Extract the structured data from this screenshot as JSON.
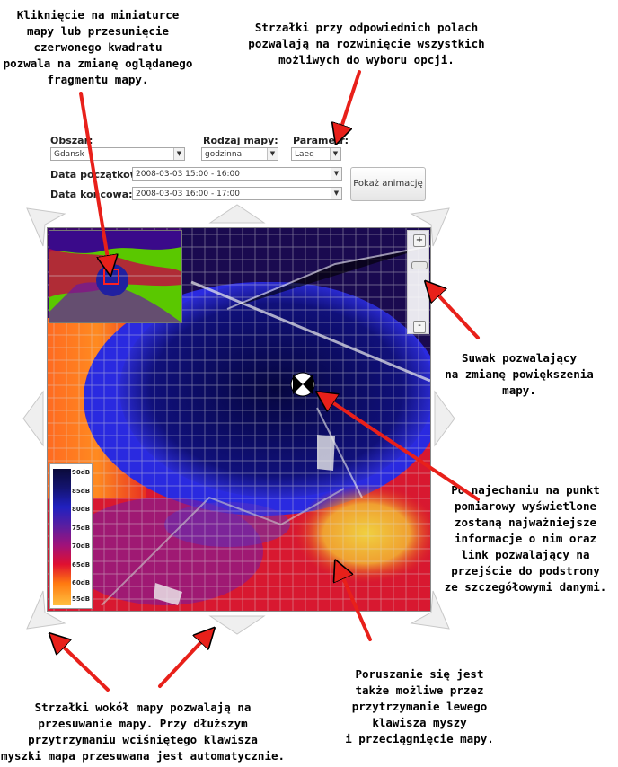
{
  "annotations": {
    "thumbnail": "Kliknięcie na miniaturce\nmapy lub przesunięcie\nczerwonego kwadratu\npozwala na zmianę oglądanego\nfragmentu mapy.",
    "dropdowns": "Strzałki przy odpowiednich polach\npozwalają na rozwinięcie wszystkich\nmożliwych do wyboru opcji.",
    "zoom": "Suwak pozwalający\nna zmianę powiększenia\nmapy.",
    "point": "Po najechaniu na punkt\npomiarowy wyświetlone\nzostaną najważniejsze\ninformacje o nim oraz\nlink pozwalający na\nprzejście do podstrony\nze szczegółowymi danymi.",
    "pan": "Strzałki wokół mapy pozwalają na\nprzesuwanie mapy. Przy dłuższym\nprzytrzymaniu wciśniętego klawisza\nmyszki mapa przesuwana jest automatycznie.",
    "drag": "Poruszanie się jest\ntakże możliwe przez\nprzytrzymanie lewego\nklawisza myszy\ni przeciągnięcie mapy."
  },
  "form": {
    "area_label": "Obszar:",
    "area_value": "Gdansk",
    "map_type_label": "Rodzaj mapy:",
    "map_type_value": "godzinna",
    "parameter_label": "Parametr:",
    "parameter_value": "Laeq",
    "start_label": "Data początkowa:",
    "start_value": "2008-03-03 15:00 - 16:00",
    "end_label": "Data końcowa:",
    "end_value": "2008-03-03 16:00 - 17:00",
    "animate_button": "Pokaż animację"
  },
  "zoom": {
    "plus": "+",
    "minus": "-"
  },
  "legend": {
    "labels": [
      "90dB",
      "85dB",
      "80dB",
      "75dB",
      "70dB",
      "65dB",
      "60dB",
      "55dB"
    ],
    "colors": [
      "#0a0a3a",
      "#141470",
      "#2020c0",
      "#5a1ea0",
      "#a0127a",
      "#e01030",
      "#ff7a10",
      "#ffc040"
    ]
  },
  "colors": {
    "arrow_red": "#e8201a",
    "nav_arrow": "#eeeeee"
  }
}
